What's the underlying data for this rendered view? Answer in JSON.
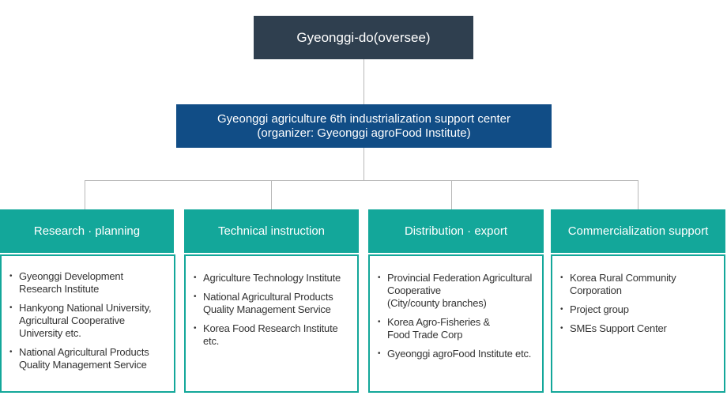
{
  "top_node": {
    "label": "Gyeonggi-do(oversee)"
  },
  "center_node": {
    "line1": "Gyeonggi agriculture 6th industrialization support center",
    "line2": "(organizer: Gyeonggi agroFood Institute)"
  },
  "colors": {
    "top": "#2f3f4f",
    "center": "#114d86",
    "teal": "#13a79a",
    "connector": "#b8b8b8"
  },
  "columns": [
    {
      "title": "Research · planning",
      "items": [
        "Gyeonggi Development\nResearch Institute",
        "Hankyong National University,\nAgricultural Cooperative\nUniversity etc.",
        "National Agricultural Products\nQuality Management Service"
      ]
    },
    {
      "title": "Technical instruction",
      "items": [
        "Agriculture Technology Institute",
        "National Agricultural Products\nQuality Management Service",
        "Korea Food Research Institute etc."
      ]
    },
    {
      "title": "Distribution · export",
      "items": [
        "Provincial Federation Agricultural\nCooperative\n(City/county branches)",
        "Korea Agro-Fisheries &\nFood Trade Corp",
        "Gyeonggi agroFood Institute etc."
      ]
    },
    {
      "title": "Commercialization support",
      "items": [
        "Korea Rural Community\nCorporation",
        "Project group",
        "SMEs Support Center"
      ]
    }
  ]
}
